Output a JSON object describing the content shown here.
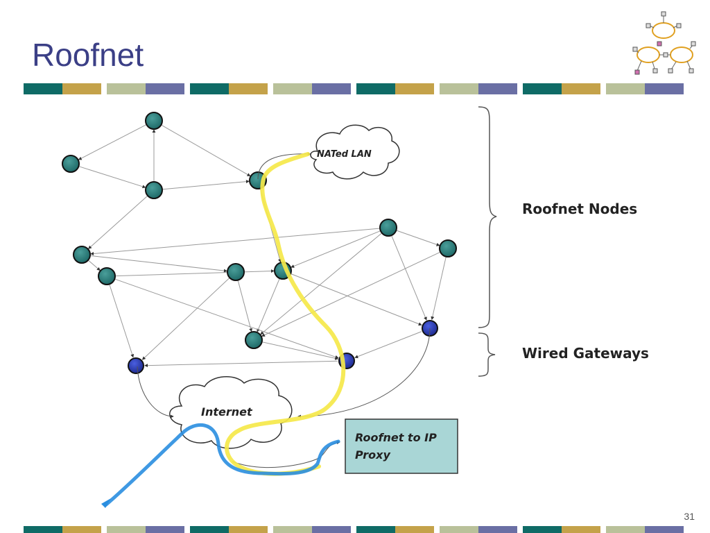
{
  "slide": {
    "title": "Roofnet",
    "page_number": "31"
  },
  "diagram": {
    "cloud_nated": "NATed LAN",
    "cloud_internet": "Internet",
    "proxy_line1": "Roofnet to IP",
    "proxy_line2": "Proxy",
    "label_nodes": "Roofnet Nodes",
    "label_gateways": "Wired Gateways"
  },
  "colors": {
    "title": "#3b3f86",
    "node": "#2a7a78",
    "gateway": "#2f3fb0",
    "yellow_route": "#f5e84a",
    "blue_route": "#2a8ee0",
    "proxy_box": "#a9d6d6",
    "stripe": [
      "#0f6b66",
      "#c4a24a",
      "#b9c19a",
      "#6a6fa4"
    ]
  }
}
